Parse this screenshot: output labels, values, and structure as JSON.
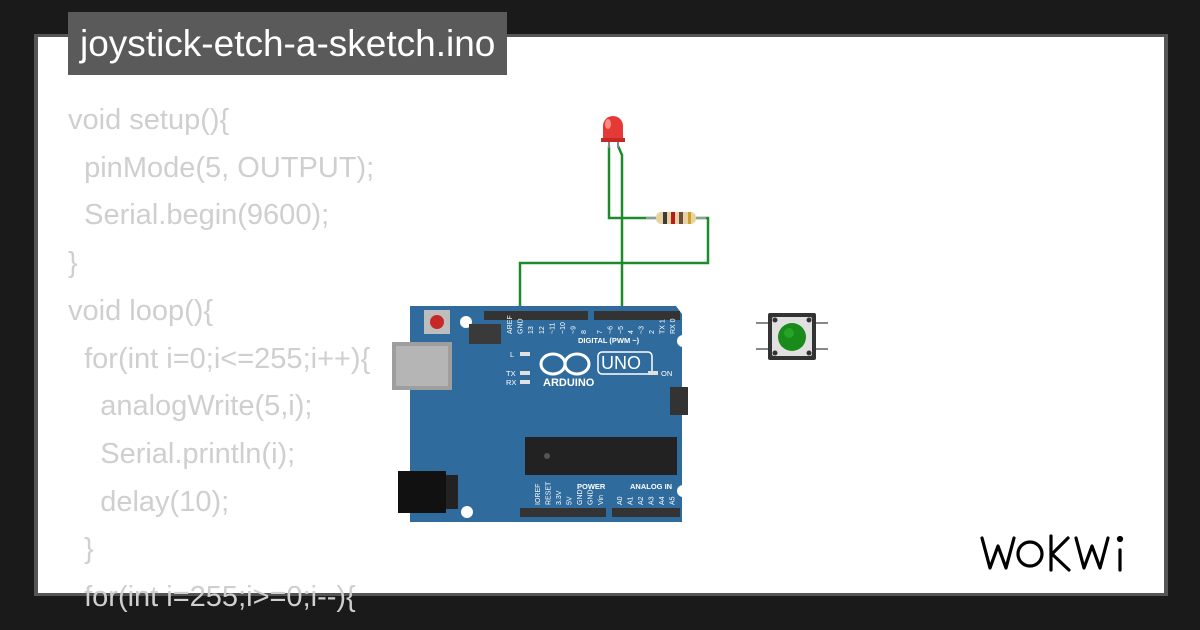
{
  "project": {
    "title": "joystick-etch-a-sketch.ino"
  },
  "code_lines": [
    "void setup(){",
    "  pinMode(5, OUTPUT);",
    "  Serial.begin(9600);",
    "}",
    "void loop(){",
    "  for(int i=0;i<=255;i++){",
    "    analogWrite(5,i);",
    "    Serial.println(i);",
    "    delay(10);",
    "  }",
    "  for(int i=255;i>=0;i--){"
  ],
  "board": {
    "name": "ARDUINO",
    "model": "UNO",
    "digital_label": "DIGITAL (PWM ~)",
    "power_label": "POWER",
    "analog_label": "ANALOG IN",
    "on_label": "ON",
    "l_label": "L",
    "tx_label": "TX",
    "rx_label": "RX",
    "top_pins": [
      "AREF",
      "GND",
      "13",
      "12",
      "~11",
      "~10",
      "~9",
      "8",
      "7",
      "~6",
      "~5",
      "4",
      "~3",
      "2",
      "TX 1",
      "RX 0"
    ],
    "power_pins": [
      "IOREF",
      "RESET",
      "3.3V",
      "5V",
      "GND",
      "GND",
      "Vin"
    ],
    "analog_pins": [
      "A0",
      "A1",
      "A2",
      "A3",
      "A4",
      "A5"
    ]
  },
  "brand": {
    "logo": "WOKWI"
  },
  "colors": {
    "background": "#1a1a1a",
    "board_blue": "#2f6b9c",
    "wire_green": "#1f8a2a",
    "led_red": "#e53935",
    "button_green": "#1a8a1a",
    "title_bg": "#5a5a5a",
    "code_text": "#cfcfcf"
  },
  "components": {
    "led": "red-led-icon",
    "resistor": "resistor-icon",
    "pushbutton": "green-pushbutton-icon",
    "usb": "usb-port-icon",
    "power_jack": "power-jack-icon",
    "chip": "atmega-chip-icon",
    "reset": "reset-button-icon"
  }
}
